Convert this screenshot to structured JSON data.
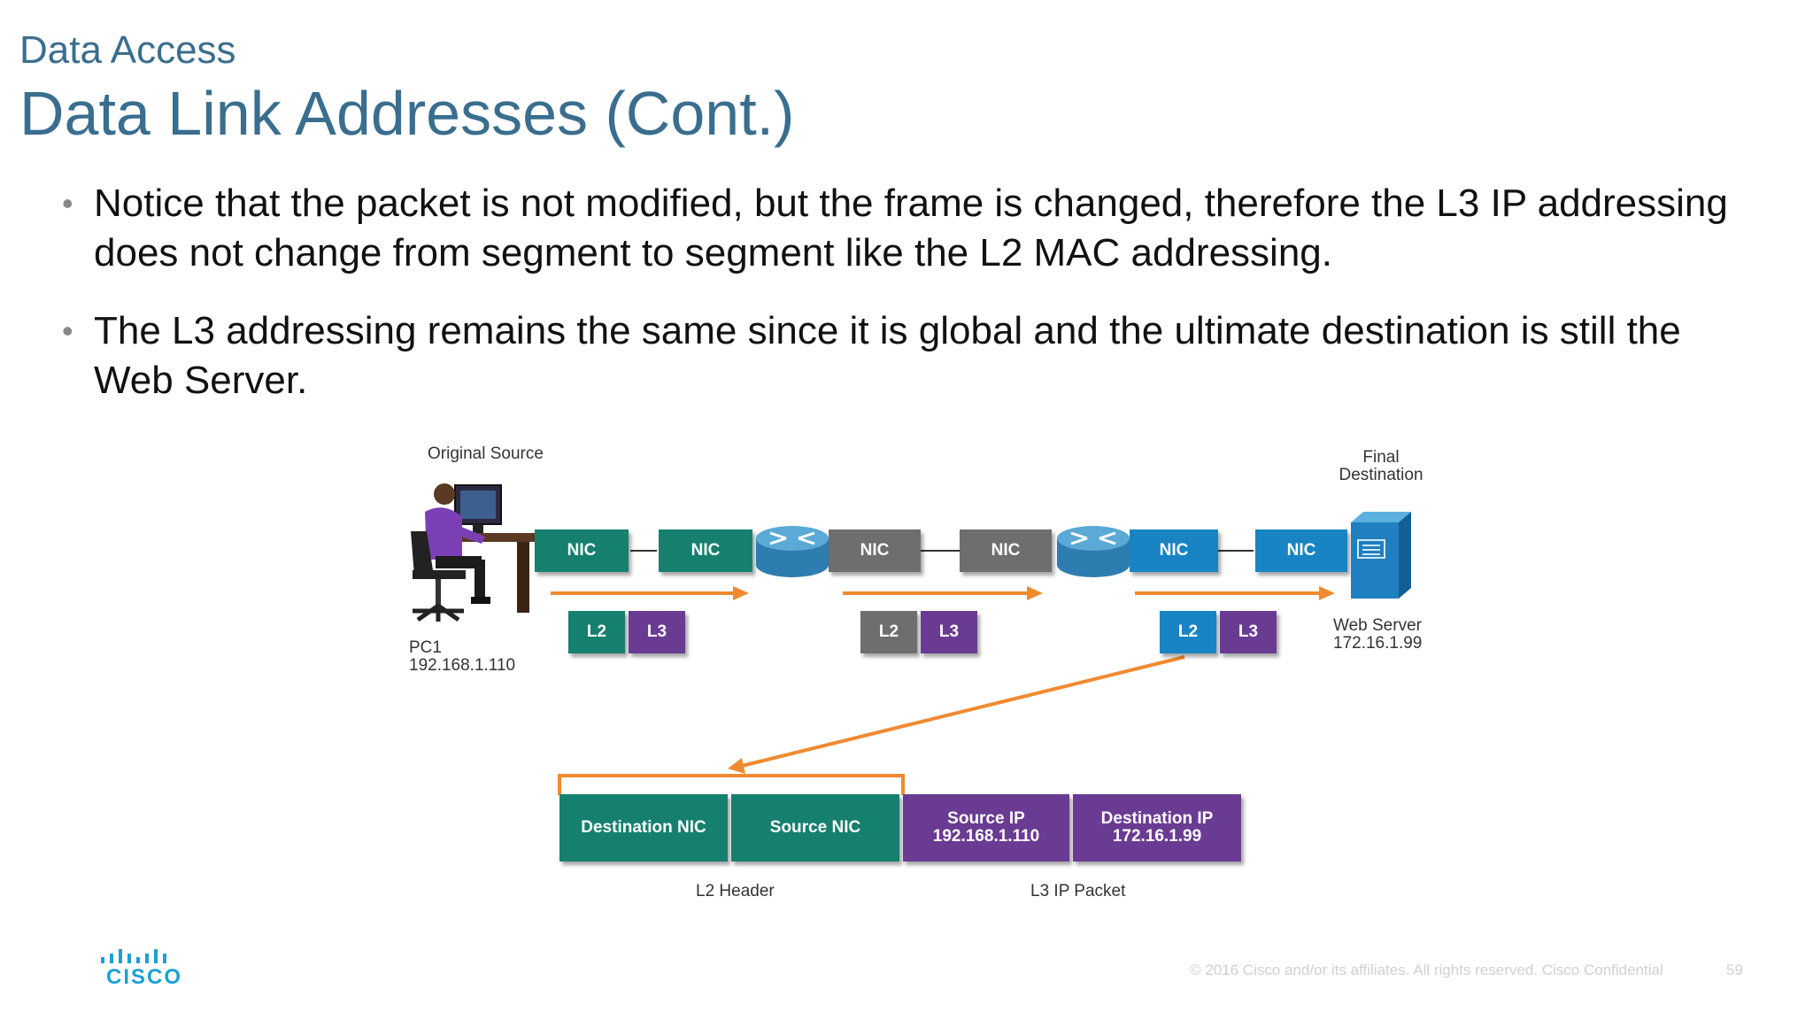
{
  "header": {
    "section": "Data Access",
    "title": "Data Link Addresses (Cont.)"
  },
  "bullets": [
    "Notice that the packet is not modified, but the frame is changed, therefore the L3 IP addressing does not change from segment to segment like the L2 MAC addressing.",
    "The L3 addressing remains the same since it is global and the ultimate destination is still the Web Server."
  ],
  "diagram": {
    "original_source_label": "Original Source",
    "final_destination_label": [
      "Final",
      "Destination"
    ],
    "pc_label": [
      "PC1",
      "192.168.1.110"
    ],
    "server_label": [
      "Web Server",
      "172.16.1.99"
    ],
    "nic_label": "NIC",
    "l2_label": "L2",
    "l3_label": "L3",
    "frame_fields": {
      "destination_nic": "Destination NIC",
      "source_nic": "Source NIC",
      "source_ip_title": "Source IP",
      "source_ip_value": "192.168.1.110",
      "destination_ip_title": "Destination IP",
      "destination_ip_value": "172.16.1.99"
    },
    "l2_header_label": "L2 Header",
    "l3_packet_label": "L3 IP Packet"
  },
  "colors": {
    "teal": "#16806f",
    "gray": "#6e6e6e",
    "blue": "#1884c3",
    "purple": "#6a3b93",
    "orange": "#f08a30",
    "title": "#3a6e8f"
  },
  "footer": {
    "copyright": "© 2016  Cisco and/or its affiliates. All rights reserved.   Cisco Confidential",
    "page": "59",
    "logo_text": "CISCO"
  }
}
